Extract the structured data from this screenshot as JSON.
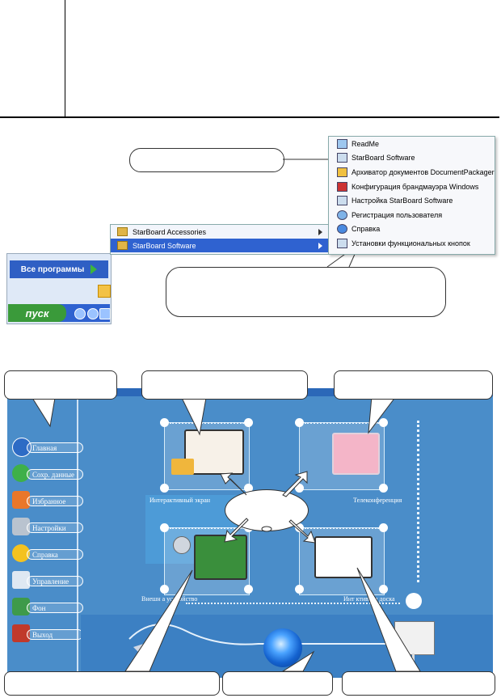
{
  "menu_screenshot": {
    "start_button_label": "пуск",
    "all_programs_label": "Все программы",
    "submenu_items": [
      "StarBoard Accessories",
      "StarBoard Software"
    ],
    "program_items": [
      {
        "label": "ReadMe",
        "icon": "document-icon"
      },
      {
        "label": "StarBoard Software",
        "icon": "starboard-icon"
      },
      {
        "label": "Архиватор документов DocumentPackager",
        "icon": "archive-icon"
      },
      {
        "label": "Конфигурация брандмауэра Windows",
        "icon": "firewall-icon"
      },
      {
        "label": "Настройка StarBoard Software",
        "icon": "starboard-icon"
      },
      {
        "label": "Регистрация пользователя",
        "icon": "globe-icon"
      },
      {
        "label": "Справка",
        "icon": "help-icon"
      },
      {
        "label": "Установки функциональных кнопок",
        "icon": "starboard-icon"
      }
    ]
  },
  "software_screen": {
    "nav_items": [
      "Главная",
      "Сохр. данные",
      "Избранное",
      "Настройки",
      "Справка",
      "Управление",
      "Фон",
      "Выход"
    ],
    "panel_labels": {
      "top_left": "Интерактивный экран",
      "top_right": "Телеконференция",
      "bottom_left": "Внешн        а устройство",
      "bottom_right": "Инт            ктивная доска"
    }
  },
  "colors": {
    "screen_bg": "#4a8dc9",
    "nav_text": "#ffffff"
  }
}
